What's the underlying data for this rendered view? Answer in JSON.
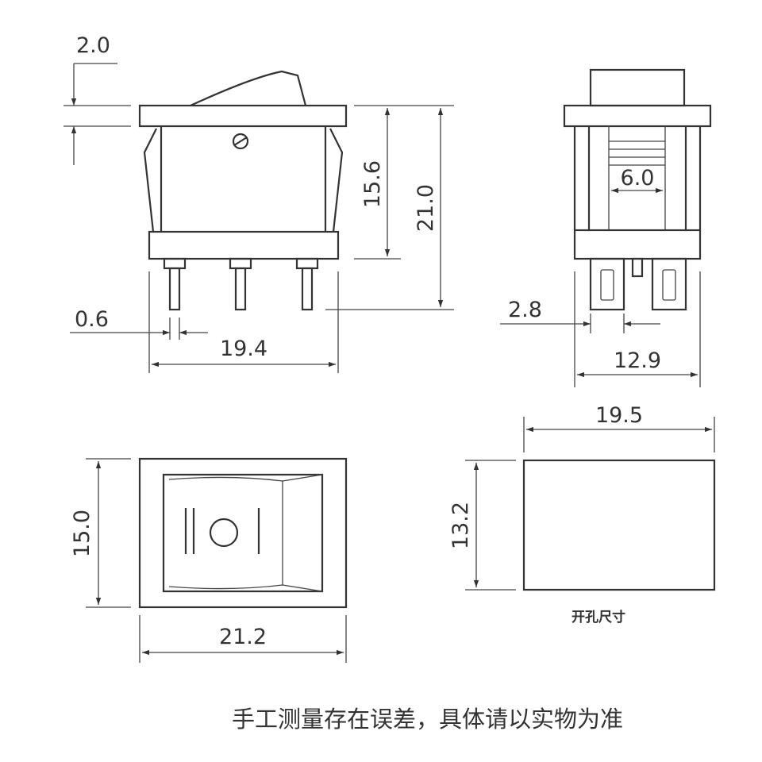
{
  "front_view": {
    "top_offset": "2.0",
    "body_height": "15.6",
    "total_height": "21.0",
    "pin_width": "0.6",
    "body_width": "19.4"
  },
  "side_view": {
    "button_width": "6.0",
    "terminal_width": "2.8",
    "body_depth": "12.9"
  },
  "top_view": {
    "height": "15.0",
    "width": "21.2"
  },
  "cutout_view": {
    "width": "19.5",
    "height": "13.2",
    "caption": "开孔尺寸"
  },
  "footer_note": "手工测量存在误差，具体请以实物为准"
}
